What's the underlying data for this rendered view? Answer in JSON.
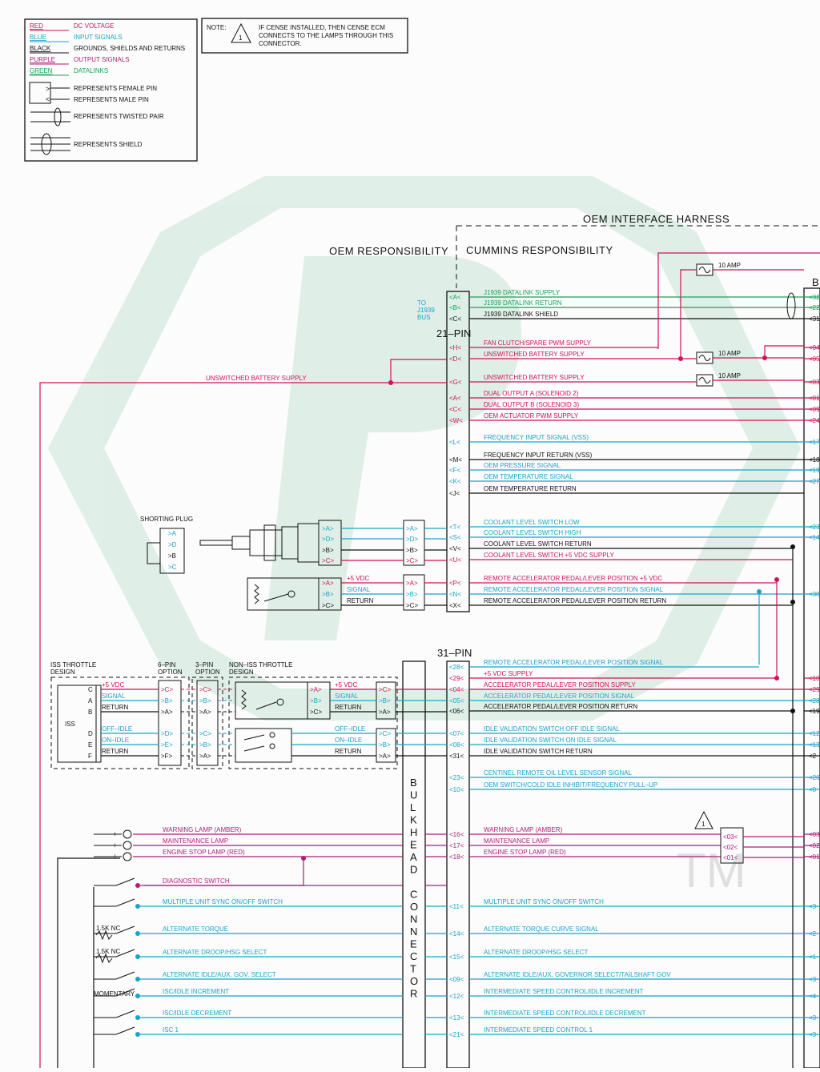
{
  "legend": {
    "entries": [
      {
        "key": "RED",
        "desc": "DC VOLTAGE",
        "color": "#d0115a"
      },
      {
        "key": "BLUE",
        "desc": "INPUT SIGNALS",
        "color": "#1aa3c7"
      },
      {
        "key": "BLACK",
        "desc": "GROUNDS, SHIELDS AND RETURNS",
        "color": "#111111"
      },
      {
        "key": "PURPLE",
        "desc": "OUTPUT SIGNALS",
        "color": "#b01c7a"
      },
      {
        "key": "GREEN",
        "desc": "DATALINKS",
        "color": "#17a05a"
      }
    ],
    "female_pin": "REPRESENTS FEMALE PIN",
    "male_pin": "REPRESENTS MALE PIN",
    "twisted_pair": "REPRESENTS TWISTED PAIR",
    "shield": "REPRESENTS SHIELD"
  },
  "note": {
    "label": "NOTE:",
    "number": "1",
    "lines": [
      "IF CENSE INSTALLED, THEN CENSE ECM",
      "CONNECTS TO THE LAMPS THROUGH THIS",
      "CONNECTOR."
    ]
  },
  "header": {
    "harness": "OEM INTERFACE HARNESS",
    "oem": "OEM RESPONSIBILITY",
    "cummins": "CUMMINS RESPONSIBILITY",
    "pin21": "21–PIN",
    "pin31": "31–PIN",
    "j1939_bus": [
      "TO",
      "J1939",
      "BUS"
    ],
    "amp": "10 AMP",
    "ecm_label": "B",
    "tm": "TM",
    "unswitched_left": "UNSWITCHED BATTERY SUPPLY"
  },
  "bulkhead": [
    "B",
    "U",
    "L",
    "K",
    "H",
    "E",
    "A",
    "D",
    "",
    "C",
    "O",
    "N",
    "N",
    "E",
    "C",
    "T",
    "O",
    "R"
  ],
  "colors": {
    "red": "#d0115a",
    "blue": "#1aa3c7",
    "black": "#111111",
    "green": "#17a05a",
    "purple": "#b01c7a"
  },
  "wires21": [
    {
      "pin": "<A<",
      "label": "J1939 DATALINK SUPPLY",
      "color": "green",
      "right": "<32"
    },
    {
      "pin": "<B<",
      "label": "J1939 DATALINK RETURN",
      "color": "green",
      "right": "<22"
    },
    {
      "pin": "<C<",
      "label": "J1939 DATALINK SHIELD",
      "color": "black",
      "right": "<31"
    },
    {
      "pin": "<H<",
      "label": "FAN CLUTCH/SPARE PWM SUPPLY",
      "color": "red",
      "right": "<04"
    },
    {
      "pin": "<D<",
      "label": "UNSWITCHED BATTERY SUPPLY",
      "color": "red",
      "right": "<05"
    },
    {
      "pin": "<G<",
      "label": "UNSWITCHED BATTERY SUPPLY",
      "color": "red",
      "right": "<03"
    },
    {
      "pin": "<A<",
      "label": "DUAL OUTPUT A (SOLENOID 2)",
      "color": "red",
      "right": "<01"
    },
    {
      "pin": "<C<",
      "label": "DUAL OUTPUT B (SOLENOID 3)",
      "color": "red",
      "right": "<09"
    },
    {
      "pin": "<W<",
      "label": "OEM ACTUATOR PWM SUPPLY",
      "color": "red",
      "right": "<24"
    },
    {
      "pin": "<L<",
      "label": "FREQUENCY INPUT SIGNAL (VSS)",
      "color": "blue",
      "right": "<17"
    },
    {
      "pin": "<M<",
      "label": "FREQUENCY INPUT RETURN (VSS)",
      "color": "black",
      "right": "<18"
    },
    {
      "pin": "<F<",
      "label": "OEM PRESSURE SIGNAL",
      "color": "blue",
      "right": "<19"
    },
    {
      "pin": "<K<",
      "label": "OEM TEMPERATURE SIGNAL",
      "color": "blue",
      "right": "<27"
    },
    {
      "pin": "<J<",
      "label": "OEM TEMPERATURE RETURN",
      "color": "black",
      "right": ""
    },
    {
      "pin": "<T<",
      "label": "COOLANT LEVEL SWITCH LOW",
      "color": "blue",
      "right": "<23"
    },
    {
      "pin": "<S<",
      "label": "COOLANT LEVEL SWITCH HIGH",
      "color": "blue",
      "right": "<14"
    },
    {
      "pin": "<V<",
      "label": "COOLANT LEVEL SWITCH RETURN",
      "color": "black",
      "right": ""
    },
    {
      "pin": "<U<",
      "label": "COOLANT LEVEL SWITCH +5 VDC SUPPLY",
      "color": "red",
      "right": ""
    },
    {
      "pin": "<P<",
      "label": "REMOTE ACCELERATOR PEDAL/LEVER POSITION +5 VDC",
      "color": "red",
      "right": ""
    },
    {
      "pin": "<N<",
      "label": "REMOTE ACCELERATOR PEDAL/LEVER POSITION SIGNAL",
      "color": "blue",
      "right": "<30"
    },
    {
      "pin": "<X<",
      "label": "REMOTE ACCELERATOR PEDAL/LEVER POSITION RETURN",
      "color": "black",
      "right": ""
    }
  ],
  "wires31": [
    {
      "pin": "<28<",
      "label": "REMOTE ACCELERATOR PEDAL/LEVER POSITION SIGNAL",
      "color": "blue",
      "right": ""
    },
    {
      "pin": "<29<",
      "label": "+5 VDC SUPPLY",
      "color": "red",
      "right": "<10"
    },
    {
      "pin": "<04<",
      "label": "ACCELERATOR PEDAL/LEVER POSITION SUPPLY",
      "color": "red",
      "right": "<29"
    },
    {
      "pin": "<05<",
      "label": "ACCELERATOR PEDAL/LEVER POSITION SIGNAL",
      "color": "blue",
      "right": "<28"
    },
    {
      "pin": "<06<",
      "label": "ACCELERATOR PEDAL/LEVER POSITION RETURN",
      "color": "black",
      "right": "<19"
    },
    {
      "pin": "<07<",
      "label": "IDLE VALIDATION SWITCH OFF IDLE SIGNAL",
      "color": "blue",
      "right": "<12"
    },
    {
      "pin": "<08<",
      "label": "IDLE VALIDATION SWITCH ON IDLE SIGNAL",
      "color": "blue",
      "right": "<13"
    },
    {
      "pin": "<31<",
      "label": "IDLE VALIDATION SWITCH RETURN",
      "color": "black",
      "right": "<2"
    },
    {
      "pin": "<23<",
      "label": "CENTINEL REMOTE OIL LEVEL SENSOR SIGNAL",
      "color": "blue",
      "right": "<26"
    },
    {
      "pin": "<10<",
      "label": "OEM SWITCH/COLD IDLE INHIBIT/FREQUENCY PULL–UP",
      "color": "blue",
      "right": "<0"
    },
    {
      "pin": "<16<",
      "label": "WARNING LAMP (AMBER)",
      "color": "purple",
      "right": "<03"
    },
    {
      "pin": "<17<",
      "label": "MAINTENANCE LAMP",
      "color": "purple",
      "right": "<02"
    },
    {
      "pin": "<18<",
      "label": "ENGINE STOP LAMP (RED)",
      "color": "purple",
      "right": "<01"
    },
    {
      "pin": "<11<",
      "label": "MULTIPLE UNIT SYNC ON/OFF SWITCH",
      "color": "blue",
      "right": "<3"
    },
    {
      "pin": "<14<",
      "label": "ALTERNATE TORQUE CURVE SIGNAL",
      "color": "blue",
      "right": "<2"
    },
    {
      "pin": "<15<",
      "label": "ALTERNATE DROOP/HSG SELECT",
      "color": "blue",
      "right": "<1"
    },
    {
      "pin": "<09<",
      "label": "ALTERNATE IDLE/AUX. GOVERNOR SELECT/TAILSHAFT GOV",
      "color": "blue",
      "right": "<3"
    },
    {
      "pin": "<12<",
      "label": "INTERMEDIATE SPEED CONTROL/IDLE INCREMENT",
      "color": "blue",
      "right": "<4"
    },
    {
      "pin": "<13<",
      "label": "INTERMEDIATE SPEED CONTROL/IDLE DECREMENT",
      "color": "blue",
      "right": "<3"
    },
    {
      "pin": "<21<",
      "label": "INTERMEDIATE SPEED CONTROL 1",
      "color": "blue",
      "right": "<3"
    }
  ],
  "lamp_connector": [
    "<03<",
    "<02<",
    "<01<"
  ],
  "coolant": {
    "mid_pins": [
      ">A>",
      ">D>",
      ">B>",
      ">C>"
    ],
    "shorting_plug": "SHORTING PLUG",
    "plug_pins": [
      ">A",
      ">D",
      ">B",
      ">C"
    ]
  },
  "remote_accel": {
    "pins": [
      ">A>",
      ">B>",
      ">C>"
    ],
    "labels": [
      "+5 VDC",
      "SIGNAL",
      "RETURN"
    ]
  },
  "throttle": {
    "iss_title": [
      "ISS THROTTLE",
      "DESIGN"
    ],
    "six_pin": [
      "6–PIN",
      "OPTION"
    ],
    "three_pin": [
      "3–PIN",
      "OPTION"
    ],
    "non_iss": [
      "NON–ISS THROTTLE",
      "DESIGN"
    ],
    "iss_box": "ISS",
    "letters": [
      "C",
      "A",
      "B",
      "D",
      "E",
      "F"
    ],
    "iss_labels": [
      "+5 VDC",
      "SIGNAL",
      "RETURN",
      "OFF–IDLE",
      "ON–IDLE",
      "RETURN"
    ],
    "six_pins": [
      ">C>",
      ">B>",
      ">A>",
      ">D>",
      ">E>",
      ">F>"
    ],
    "three_pins": [
      ">C>",
      ">B>",
      ">A>",
      ">C>",
      ">B>",
      ">A>"
    ],
    "non_labels": [
      "+5 VDC",
      "SIGNAL",
      "RETURN",
      "OFF–IDLE",
      "ON–IDLE",
      "RETURN"
    ],
    "non_pins": [
      ">A>",
      ">B>",
      ">C>"
    ],
    "bulk_pins": [
      ">C>",
      ">B>",
      ">A>",
      ">C>",
      ">B>",
      ">A>"
    ]
  },
  "left_switches": [
    {
      "label": "WARNING LAMP (AMBER)",
      "color": "purple"
    },
    {
      "label": "MAINTENANCE LAMP",
      "color": "purple"
    },
    {
      "label": "ENGINE STOP LAMP (RED)",
      "color": "purple"
    },
    {
      "label": "DIAGNOSTIC SWITCH",
      "color": "purple"
    },
    {
      "label": "MULTIPLE UNIT SYNC ON/OFF SWITCH",
      "color": "blue"
    },
    {
      "label": "ALTERNATE TORQUE",
      "color": "blue"
    },
    {
      "label": "ALTERNATE DROOP/HSG SELECT",
      "color": "blue"
    },
    {
      "label": "ALTERNATE IDLE/AUX. GOV. SELECT",
      "color": "blue"
    },
    {
      "label": "ISC/IDLE INCREMENT",
      "color": "blue"
    },
    {
      "label": "ISC/IDLE DECREMENT",
      "color": "blue"
    },
    {
      "label": "ISC 1",
      "color": "blue"
    }
  ],
  "resistor_label": "1.5K NC",
  "momentary": "MOMENTARY",
  "lamp_sign": "+"
}
